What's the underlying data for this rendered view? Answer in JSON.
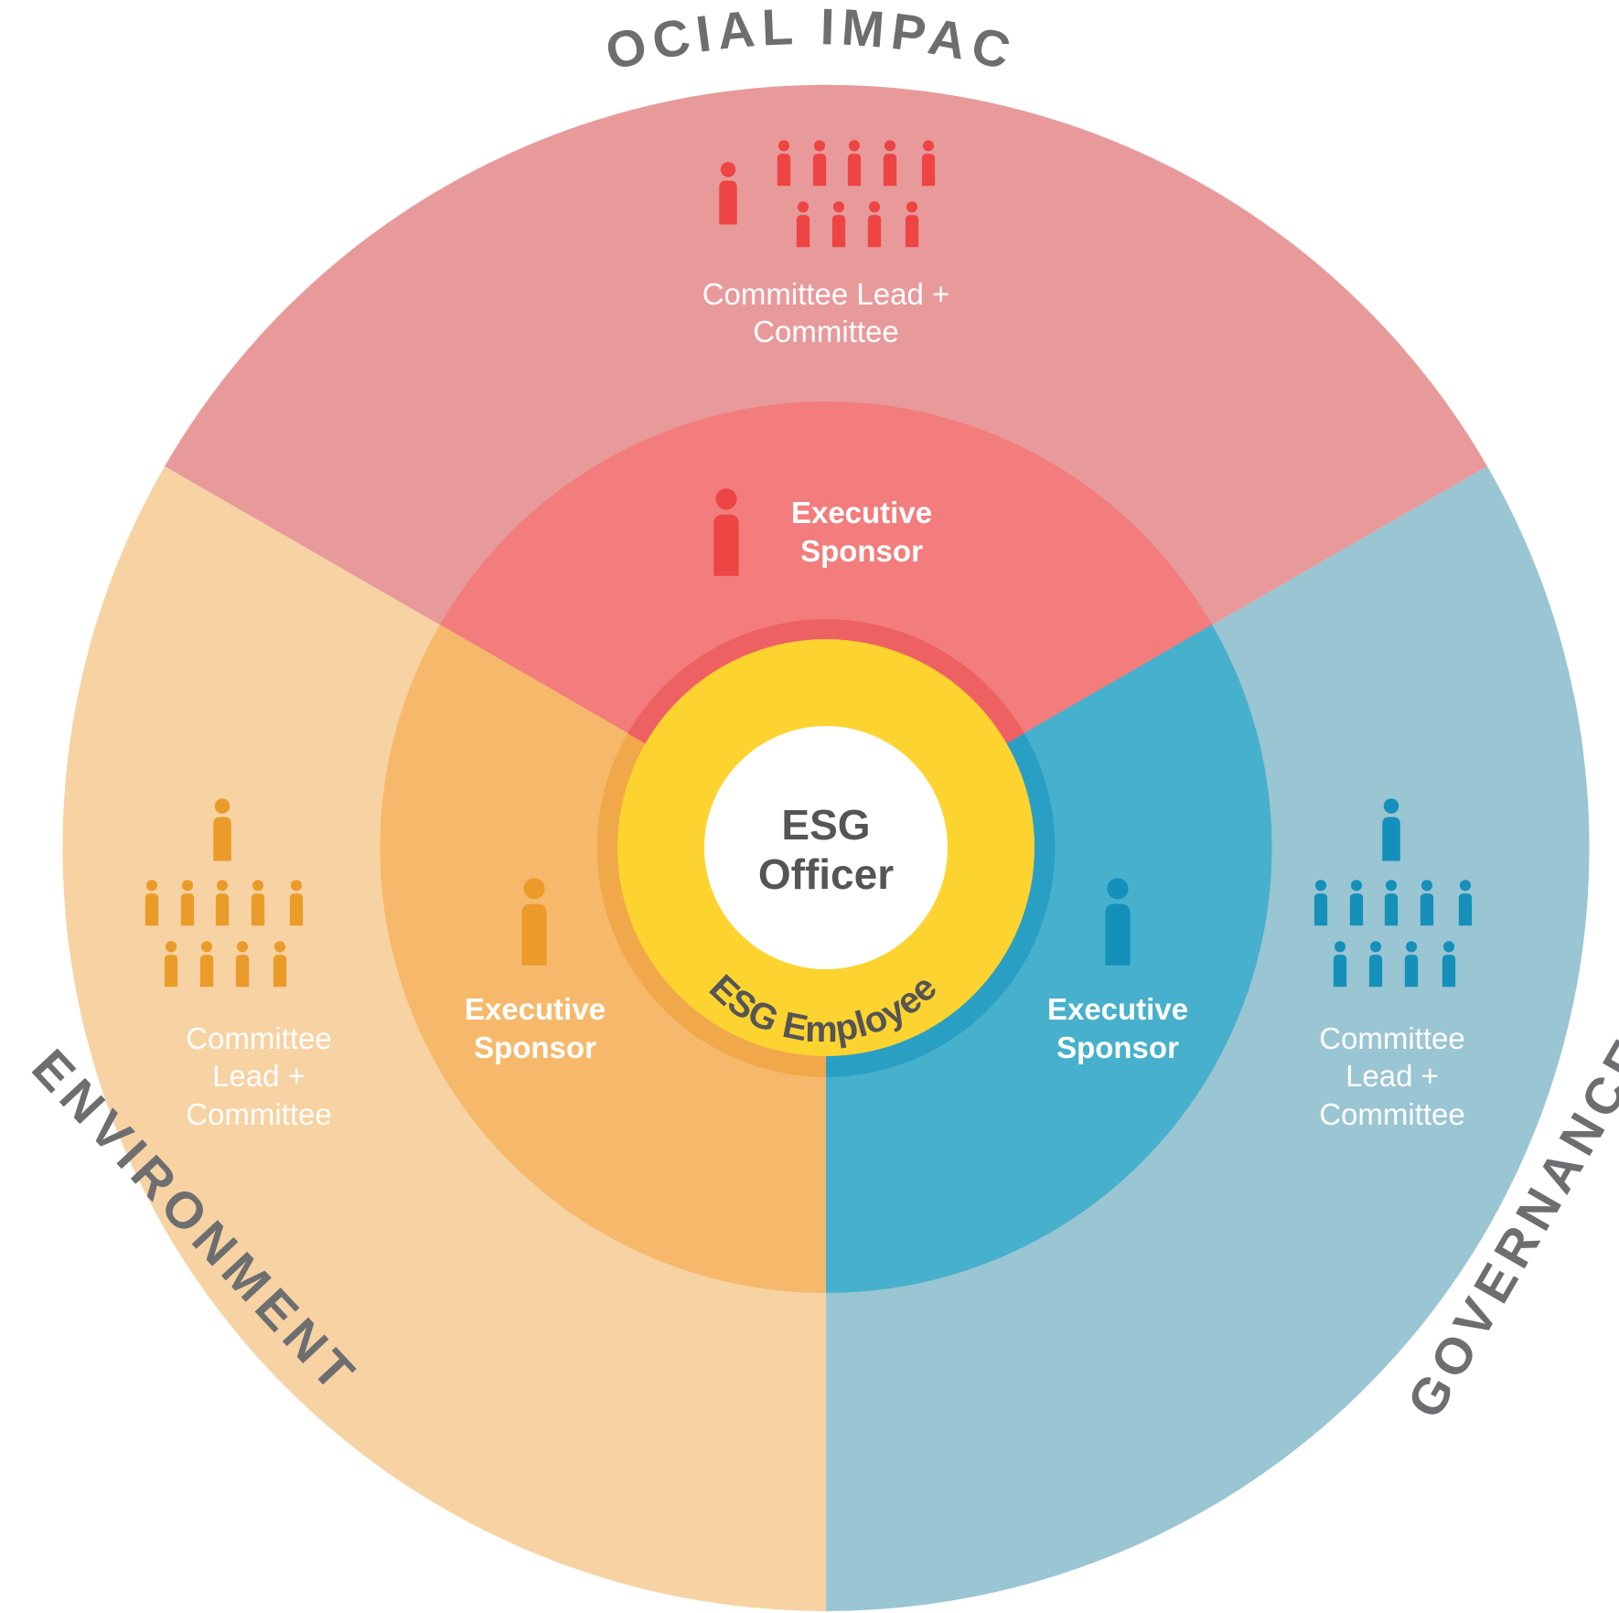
{
  "sections": {
    "social": {
      "label": "SOCIAL IMPACT",
      "executive": [
        "Executive",
        "Sponsor"
      ],
      "committee": [
        "Committee Lead +",
        "Committee"
      ],
      "colors": {
        "outer": "#e89a9b",
        "inner": "#f27d7c",
        "icon": "#ed4444",
        "ring": "#ee6163"
      }
    },
    "environment": {
      "label": "ENVIRONMENT",
      "executive": [
        "Executive",
        "Sponsor"
      ],
      "committee": [
        "Committee",
        "Lead +",
        "Committee"
      ],
      "colors": {
        "outer": "#f7d2a2",
        "inner": "#f6b96b",
        "icon": "#ea9b2a",
        "ring": "#f0a84a"
      }
    },
    "governance": {
      "label": "GOVERNANCE",
      "executive": [
        "Executive",
        "Sponsor"
      ],
      "committee": [
        "Committee",
        "Lead +",
        "Committee"
      ],
      "colors": {
        "outer": "#9ac5d2",
        "inner": "#47b0cc",
        "icon": "#1490ba",
        "ring": "#2a9fc4"
      }
    }
  },
  "center": {
    "title": [
      "ESG",
      "Officer"
    ],
    "employee": "ESG Employee",
    "colors": {
      "core": "#ffffff",
      "ring": "#fdd32f",
      "text": "#555555"
    }
  }
}
